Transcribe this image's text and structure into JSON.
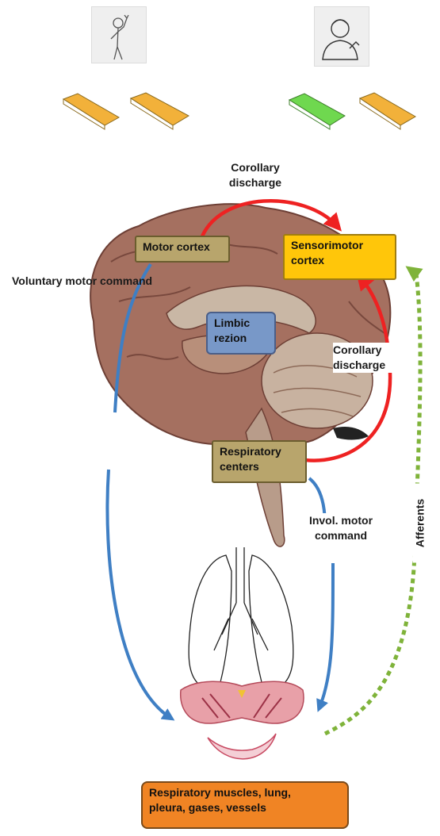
{
  "icons": {
    "left_person": "person-hand-to-face-icon",
    "right_person": "person-breathing-icon",
    "books": [
      "book-orange-icon",
      "book-orange-icon",
      "book-green-icon",
      "book-orange-icon"
    ]
  },
  "colors": {
    "corollary_arrow": "#ee2222",
    "motor_arrow": "#3f7fc4",
    "afferent_arrow": "#7fb33a",
    "motor_cortex_box": "#b8a56c",
    "sensorimotor_box": "#ffc60a",
    "limbic_box": "#7898c8",
    "respiratory_centers_box": "#b8a56c",
    "target_box": "#f08424",
    "book_orange": "#f2b13a",
    "book_green": "#6fd84f"
  },
  "nodes": {
    "motor_cortex": "Motor cortex",
    "sensorimotor_line1": "Sensorimotor",
    "sensorimotor_line2": "cortex",
    "limbic_line1": "Limbic",
    "limbic_line2": "rezion",
    "resp_centers_line1": "Respiratory",
    "resp_centers_line2": "centers",
    "target_line1": "Respiratory muscles, lung,",
    "target_line2": "pleura, gases, vessels"
  },
  "labels": {
    "corollary_top_line1": "Corollary",
    "corollary_top_line2": "discharge",
    "corollary_right_line1": "Corollary",
    "corollary_right_line2": "discharge",
    "voluntary": "Voluntary motor command",
    "involuntary_line1": "Invol. motor",
    "involuntary_line2": "command",
    "afferents": "Afferents"
  }
}
